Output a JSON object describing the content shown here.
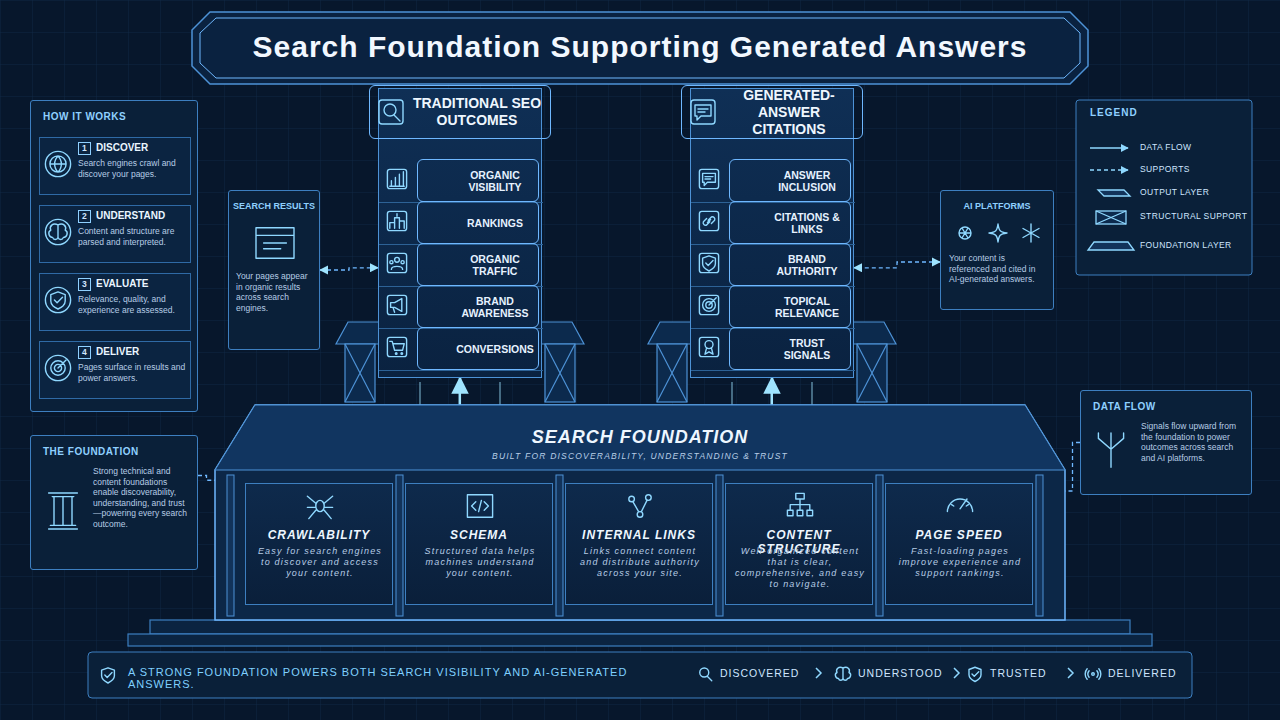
{
  "diagram": {
    "title": "Search Foundation Supporting Generated Answers",
    "caption": "A STRONG FOUNDATION POWERS BOTH SEARCH VISIBILITY AND AI-GENERATED ANSWERS.",
    "nodes": [
      {
        "text": [
          "HOW IT WORKS"
        ]
      },
      {
        "text": [
          "1",
          "DISCOVER",
          "Search engines crawl and discover your pages."
        ],
        "in": 0
      },
      {
        "text": [
          "2",
          "UNDERSTAND",
          "Content and structure are parsed and interpreted."
        ],
        "in": 0
      },
      {
        "text": [
          "3",
          "EVALUATE",
          "Relevance, quality, and experience are assessed."
        ],
        "in": 0
      },
      {
        "text": [
          "4",
          "DELIVER",
          "Pages surface in results and power answers."
        ],
        "in": 0
      },
      {
        "text": [
          "THE FOUNDATION",
          "Strong technical and content foundations enable discoverability, understanding, and trust—powering every search outcome."
        ]
      },
      {
        "text": [
          "SEARCH RESULTS",
          "Your pages appear in organic results across search engines."
        ]
      },
      {
        "text": [
          "TRADITIONAL SEO OUTCOMES"
        ]
      },
      {
        "text": [
          "ORGANIC VISIBILITY"
        ],
        "in": 7
      },
      {
        "text": [
          "RANKINGS"
        ],
        "in": 7
      },
      {
        "text": [
          "ORGANIC TRAFFIC"
        ],
        "in": 7
      },
      {
        "text": [
          "BRAND AWARENESS"
        ],
        "in": 7
      },
      {
        "text": [
          "CONVERSIONS"
        ],
        "in": 7
      },
      {
        "text": [
          "GENERATED-ANSWER CITATIONS"
        ]
      },
      {
        "text": [
          "ANSWER INCLUSION"
        ],
        "in": 13
      },
      {
        "text": [
          "CITATIONS & LINKS"
        ],
        "in": 13
      },
      {
        "text": [
          "BRAND AUTHORITY"
        ],
        "in": 13
      },
      {
        "text": [
          "TOPICAL RELEVANCE"
        ],
        "in": 13
      },
      {
        "text": [
          "TRUST SIGNALS"
        ],
        "in": 13
      },
      {
        "text": [
          "AI PLATFORMS",
          "Your content is referenced and cited in AI-generated answers."
        ]
      },
      {
        "text": [
          "DATA FLOW",
          "Signals flow upward from the foundation to power outcomes across search and AI platforms."
        ]
      },
      {
        "text": [
          "SEARCH FOUNDATION",
          "BUILT FOR DISCOVERABILITY, UNDERSTANDING & TRUST"
        ]
      },
      {
        "text": [
          "CRAWLABILITY",
          "Easy for search engines to discover and access your content."
        ],
        "in": 21
      },
      {
        "text": [
          "SCHEMA",
          "Structured data helps machines understand your content."
        ],
        "in": 21
      },
      {
        "text": [
          "INTERNAL LINKS",
          "Links connect content and distribute authority across your site."
        ],
        "in": 21
      },
      {
        "text": [
          "CONTENT STRUCTURE",
          "Well-organized content that is clear, comprehensive, and easy to navigate."
        ],
        "in": 21
      },
      {
        "text": [
          "PAGE SPEED",
          "Fast-loading pages improve experience and support rankings."
        ],
        "in": 21
      }
    ],
    "edges": [
      {
        "from": 1,
        "to": 2,
        "arrow": "to"
      },
      {
        "from": 2,
        "to": 3,
        "arrow": "to"
      },
      {
        "from": 3,
        "to": 4,
        "arrow": "to"
      },
      {
        "from": 6,
        "to": 7,
        "arrow": "both"
      },
      {
        "from": 19,
        "to": 13,
        "arrow": "both"
      },
      {
        "from": 21,
        "to": 7,
        "arrow": "to"
      },
      {
        "from": 21,
        "to": 13,
        "arrow": "to"
      },
      {
        "from": 5,
        "to": 21,
        "arrow": "none"
      },
      {
        "from": 20,
        "to": 21,
        "arrow": "none"
      }
    ],
    "labels": [
      "LEGEND",
      "DISCOVERED",
      "UNDERSTOOD",
      "TRUSTED",
      "DELIVERED"
    ],
    "legend": [
      {
        "text": "DATA FLOW"
      },
      {
        "text": "SUPPORTS"
      },
      {
        "text": "OUTPUT LAYER"
      },
      {
        "text": "STRUCTURAL SUPPORT"
      },
      {
        "text": "FOUNDATION LAYER"
      }
    ]
  }
}
